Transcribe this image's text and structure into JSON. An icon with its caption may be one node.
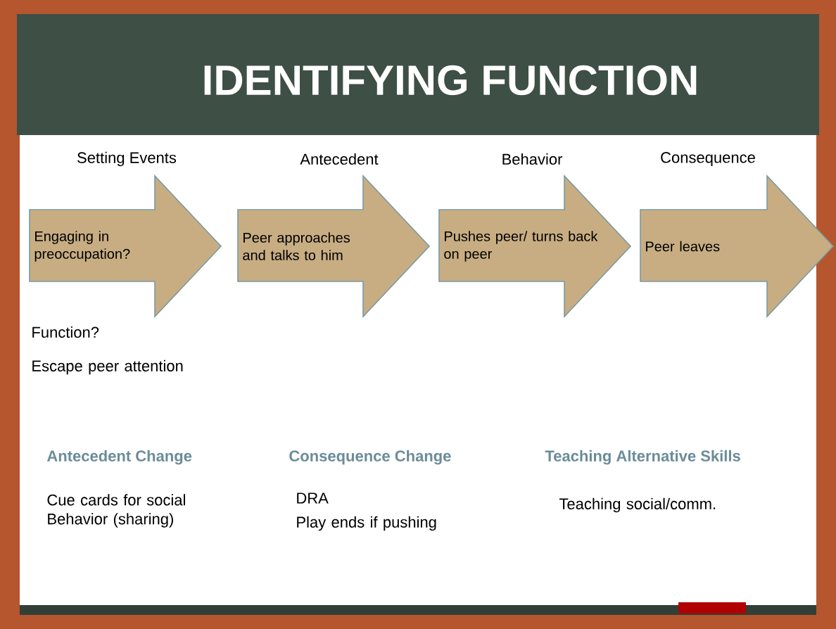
{
  "diagram": {
    "title": "IDENTIFYING FUNCTION",
    "nodes": [
      {
        "text": [
          "Setting Events",
          "Engaging in preoccupation?"
        ]
      },
      {
        "text": [
          "Antecedent",
          "Peer approaches and talks to him"
        ]
      },
      {
        "text": [
          "Behavior",
          "Pushes peer/ turns back on peer"
        ]
      },
      {
        "text": [
          "Consequence",
          "Peer leaves"
        ]
      }
    ],
    "labels": [
      "Function?",
      "Escape peer attention",
      "Antecedent Change",
      "Consequence Change",
      "Teaching Alternative Skills",
      "Cue cards for social Behavior (sharing)",
      "DRA",
      "Play ends if pushing",
      "Teaching social/comm."
    ]
  }
}
